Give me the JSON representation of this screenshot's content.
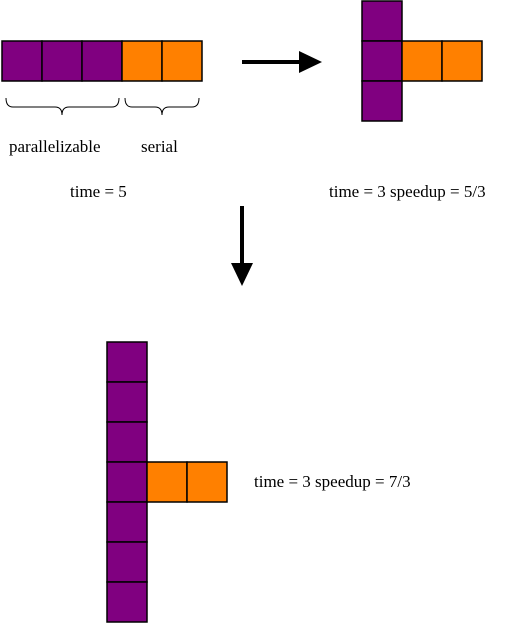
{
  "colors": {
    "parallel": "#800080",
    "serial": "#ff8000",
    "stroke": "#000000"
  },
  "labels": {
    "parallelizable": "parallelizable",
    "serial": "serial",
    "time_original": "time = 5",
    "result_a": "time = 3 speedup = 5/3",
    "result_b": "time = 3 speedup = 7/3"
  },
  "diagrams": {
    "original": {
      "parallel_blocks": 3,
      "serial_blocks": 2
    },
    "variant_a": {
      "parallel_blocks": 3,
      "serial_blocks": 2
    },
    "variant_b": {
      "parallel_blocks": 7,
      "serial_blocks": 2
    }
  }
}
